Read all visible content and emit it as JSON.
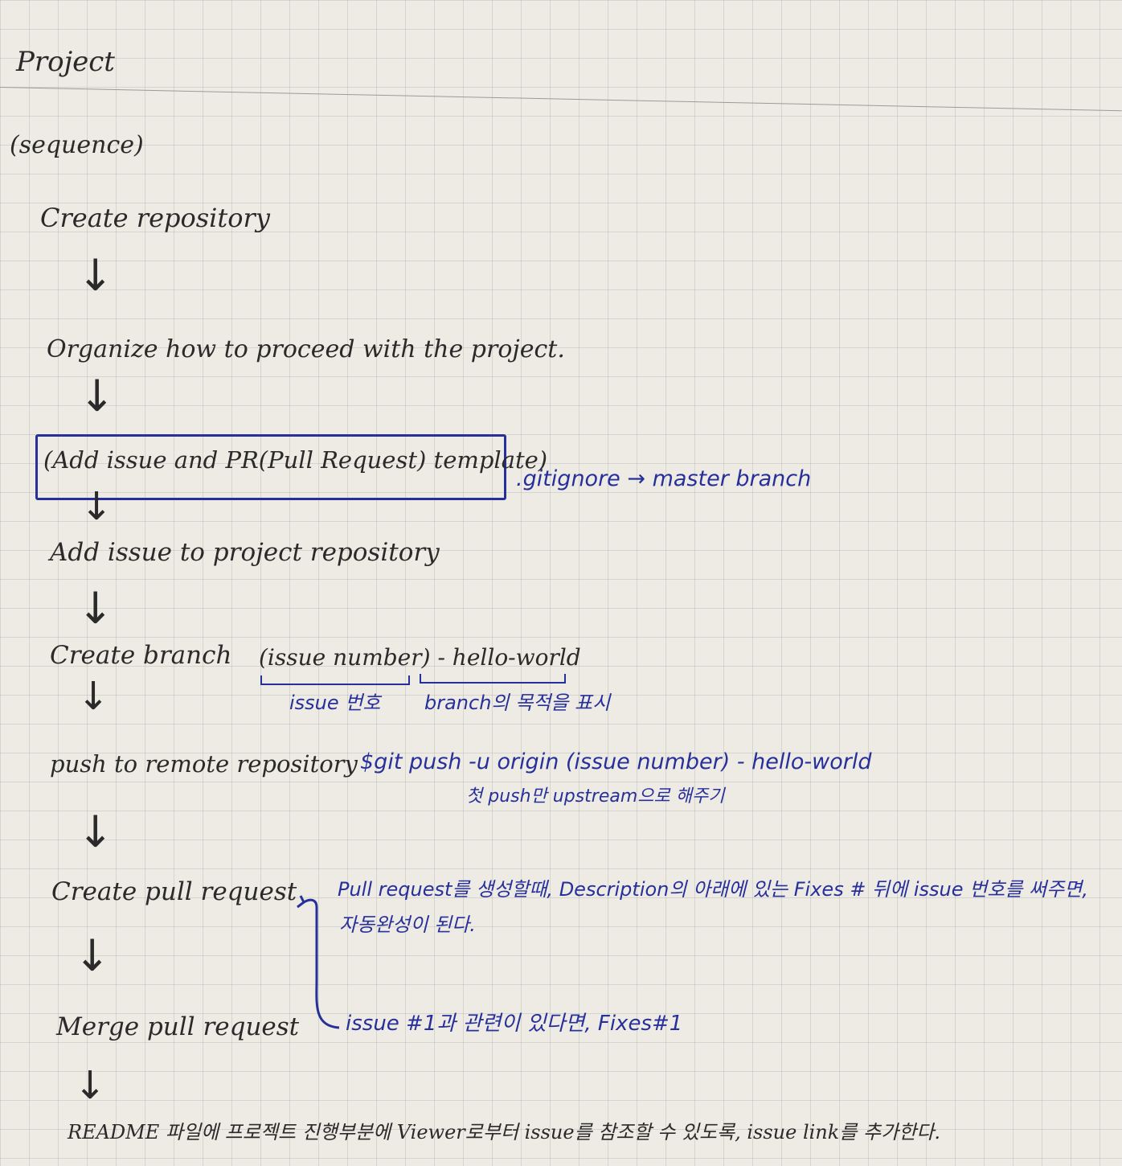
{
  "title": "Project",
  "subtitle": "(sequence)",
  "steps": {
    "s1": "Create repository",
    "s2": "Organize how to proceed with the project.",
    "s3": "(Add issue and PR(Pull Request) template)",
    "s4": "Add issue to project repository",
    "s5": "Create branch",
    "s6": "push to remote repository",
    "s7": "Create pull request",
    "s8": "Merge pull request",
    "s9": "README 파일에 프로젝트 진행부분에 Viewer로부터 issue를 참조할 수 있도록, issue link를 추가한다."
  },
  "notes": {
    "gitignore": ".gitignore → master branch",
    "branch_format": "(issue number) - hello-world",
    "issue_num_label": "issue 번호",
    "branch_purpose_label": "branch의 목적을 표시",
    "push_command": "$git push -u origin (issue number) - hello-world",
    "push_note": "첫 push만 upstream으로 해주기",
    "pr_note_1": "Pull request를 생성할때, Description의 아래에 있는 Fixes # 뒤에 issue 번호를 써주면,",
    "pr_note_2": "자동완성이 된다.",
    "fixes_note": "issue #1과 관련이 있다면, Fixes#1"
  },
  "arrow_glyph": "↓",
  "colors": {
    "ink_black": "#2b2a2a",
    "ink_blue": "#27309a",
    "paper": "#eeebe4"
  }
}
